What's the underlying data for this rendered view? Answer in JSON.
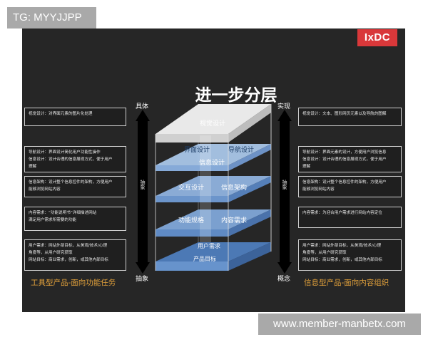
{
  "watermark_top": "TG: MYYJJPP",
  "watermark_bottom": "www.member-manbetx.com",
  "logo": "IxDC",
  "title": "进一步分层",
  "left_axis": {
    "top": "具体",
    "bottom": "抽象",
    "middle": "抽象"
  },
  "right_axis": {
    "top": "实现",
    "bottom": "概念",
    "middle": "抽象"
  },
  "layers": {
    "visual": "视觉设计",
    "interface": "界面设计",
    "navigation": "导航设计",
    "information": "信息设计",
    "interaction": "交互设计",
    "info_arch": "信息架构",
    "spec": "功能规格",
    "content_req": "内容需求",
    "user_needs": "用户需求",
    "product_goal": "产品目标"
  },
  "left_notes": [
    [
      "视觉设计：对界面元素的图片化处理"
    ],
    [
      "导航设计：界面设计简化用户功能性操作",
      "信息设计：设计合理的信息展现方式，便于用户",
      "理解"
    ],
    [
      "信息架构：设计整个信息控件的架构，方便用户",
      "能够浏览网站内容"
    ],
    [
      "内容需求：“功能说明书”详细描述网站",
      "满足用户需求所需要的功能"
    ],
    [
      "用户需求：网站外部目标，从美观/技术/心理",
      "角度等，从用户研究获取",
      "网站目标：商业需求，创新，或其他内部目标"
    ]
  ],
  "right_notes": [
    [
      "视觉设计：文本、图形网页元素以及导航的图解"
    ],
    [
      "导航设计：界面元素的设计，方便用户浏览信息",
      "信息设计：设计合理的信息展现方式，便于用户",
      "理解"
    ],
    [
      "信息架构：设计整个信息控件的架构，方便用户",
      "能够浏览网站内容"
    ],
    [
      "内容需求：为迎合用户需求进行网站内容定位"
    ],
    [
      "用户需求：网站外部目标，从美观/技术/心理",
      "角度等，从用户研究获取",
      "网站目标：商业需求，创新，或其他内部目标"
    ]
  ],
  "footer_left": "工具型产品-面向功能任务",
  "footer_right": "信息型产品-面向内容组织",
  "colors": {
    "background": "#262626",
    "accent": "#e2a13b",
    "logo": "#d9383a",
    "layer_blue": "#6e9bd0"
  }
}
